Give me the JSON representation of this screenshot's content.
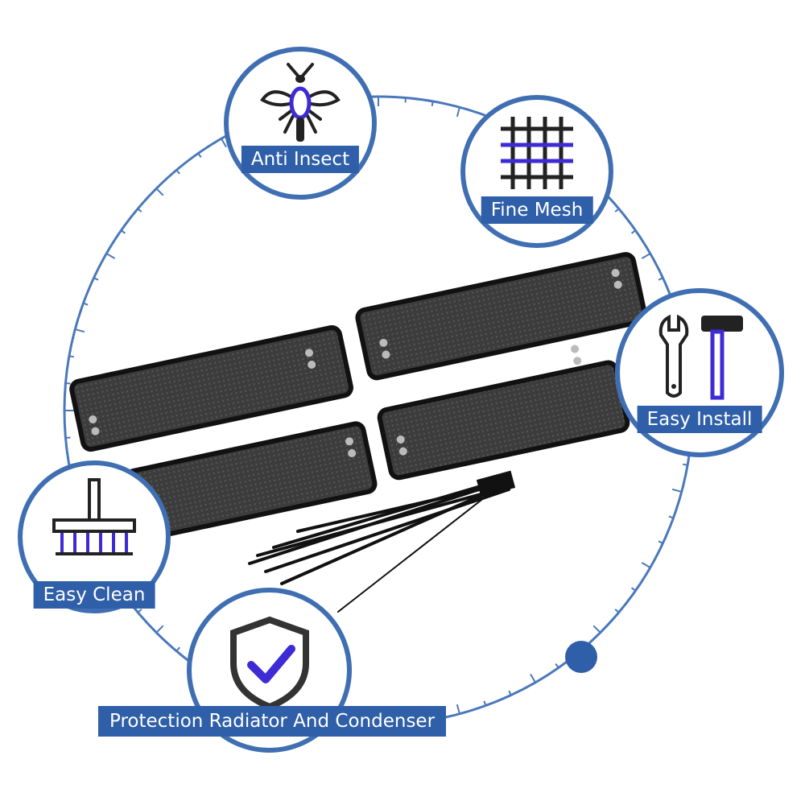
{
  "features": {
    "anti_insect": "Anti Insect",
    "fine_mesh": "Fine Mesh",
    "easy_install": "Easy Install",
    "easy_clean": "Easy Clean",
    "protection": "Protection Radiator And Condenser"
  },
  "icons": {
    "anti_insect": "mosquito-icon",
    "fine_mesh": "mesh-grid-icon",
    "easy_install": "wrench-hammer-icon",
    "easy_clean": "brush-icon",
    "protection": "shield-check-icon"
  },
  "colors": {
    "ring": "#4a78bb",
    "label_bg": "#2f5fa8",
    "icon_accent": "#3d2bd6",
    "mesh_panel": "#3a3a3a"
  }
}
